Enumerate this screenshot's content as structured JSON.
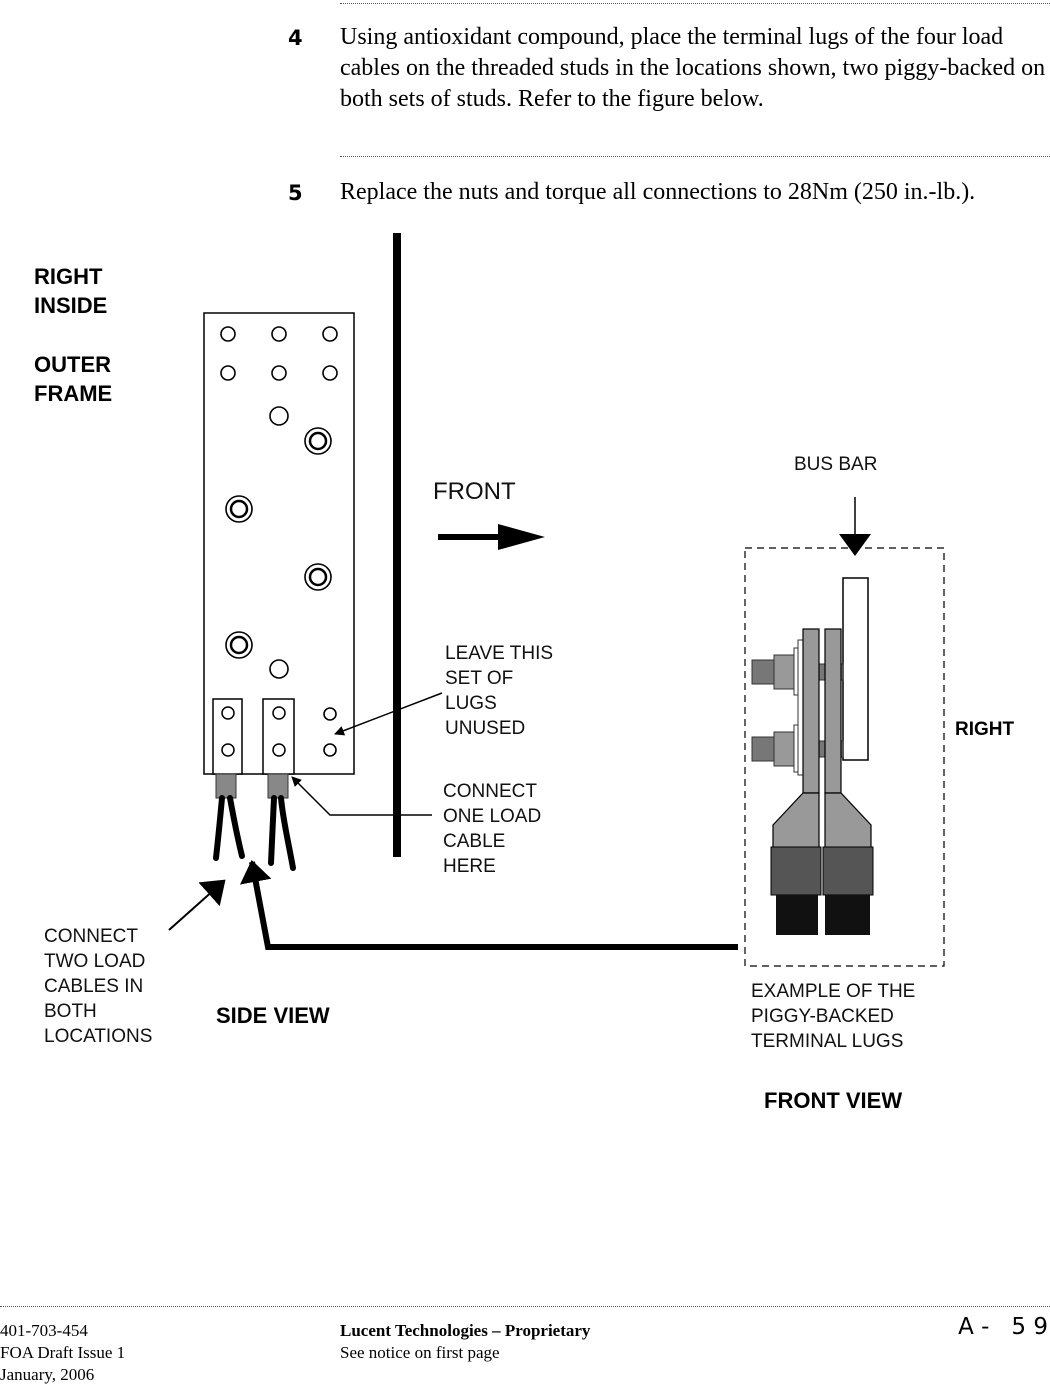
{
  "steps": [
    {
      "number": "4",
      "text": "Using antioxidant compound, place the terminal lugs of the four load cables on the threaded studs in the locations shown, two piggy-backed on both sets of studs. Refer to the figure below."
    },
    {
      "number": "5",
      "text": "Replace the nuts and torque all connections to 28Nm (250 in.-lb.)."
    }
  ],
  "figure": {
    "frame_label": [
      "RIGHT",
      "INSIDE",
      "OUTER",
      "FRAME"
    ],
    "front_label": "FRONT",
    "bus_bar_label": "BUS BAR",
    "leave_unused_label": [
      "LEAVE THIS",
      "SET OF",
      "LUGS",
      "UNUSED"
    ],
    "connect_one_label": [
      "CONNECT",
      "ONE LOAD",
      "CABLE",
      "HERE"
    ],
    "connect_two_label": [
      "CONNECT",
      "TWO LOAD",
      "CABLES IN",
      "BOTH",
      "LOCATIONS"
    ],
    "side_view_label": "SIDE VIEW",
    "right_label": "RIGHT",
    "example_label": [
      "EXAMPLE OF THE",
      "PIGGY-BACKED",
      "TERMINAL LUGS"
    ],
    "front_view_label": "FRONT VIEW"
  },
  "footer": {
    "doc_number": "401-703-454",
    "issue": "FOA Draft Issue 1",
    "date": "January, 2006",
    "company": "Lucent Technologies – Proprietary",
    "notice": "See notice on first page",
    "page": "A -   5 9"
  }
}
